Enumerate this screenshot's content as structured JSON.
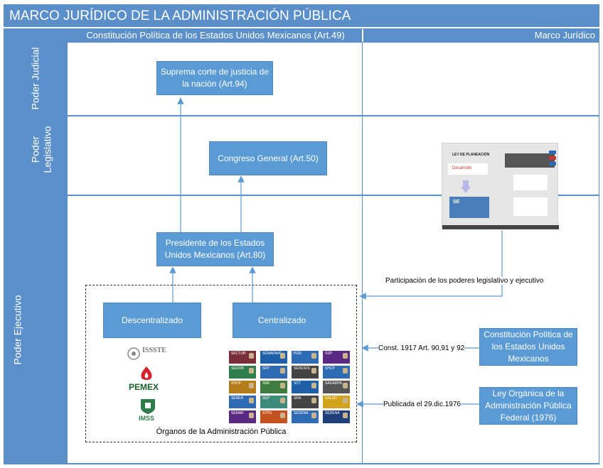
{
  "title": "MARCO JURÍDICO DE LA ADMINISTRACIÓN PÚBLICA",
  "header": {
    "left": "Constitución Política de los Estados Unidos Mexicanos (Art.49)",
    "right": "Marco Jurídico"
  },
  "rows": {
    "judicial": "Poder Judicial",
    "legislativo_1": "Poder",
    "legislativo_2": "Legislativo",
    "ejecutivo": "Poder Ejecutivo"
  },
  "boxes": {
    "suprema_corte": "Suprema corte de justicia de la nación (Art.94)",
    "congreso": "Congreso General (Art.50)",
    "presidente": "Presidente de los Estados Unidos Mexicanos (Art.80)",
    "descentralizado": "Descentralizado",
    "centralizado": "Centralizado",
    "constitucion": "Constitución Política de los Estados Unidos Mexicanos",
    "ley_organica": "Ley Orgánica de la Administración Pública Federal (1976)"
  },
  "labels": {
    "participacion": "Participación de los poderes legislativo y ejecutivo",
    "const_1917": "Const. 1917 Art. 90,91 y 92",
    "publicada": "Publicada el 29.dic.1976",
    "organos": "Órganos de la Administración Pública"
  },
  "logos": {
    "issste": "ISSSTE",
    "pemex": "PEMEX",
    "imss": "IMSS"
  },
  "plan_image": {
    "ley": "LEY DE PLANEACIÓN",
    "pnd": "Desarrollo",
    "se": "SE"
  },
  "dependencias": [
    "SECTUR",
    "SEMARNAT",
    "PGR",
    "SSP",
    "SEGOB",
    "SFP",
    "SEDESOL",
    "SHCP",
    "SHCP",
    "SRE",
    "SCT",
    "SAGARPA",
    "SENER",
    "SEP",
    "SRA",
    "SALUD",
    "SEMAR",
    "STPS",
    "SEDENA",
    "SEDENA"
  ],
  "colors": {
    "frame": "#5b8fc9",
    "box": "#5b9bd5",
    "arrow": "#5b9bd5"
  }
}
